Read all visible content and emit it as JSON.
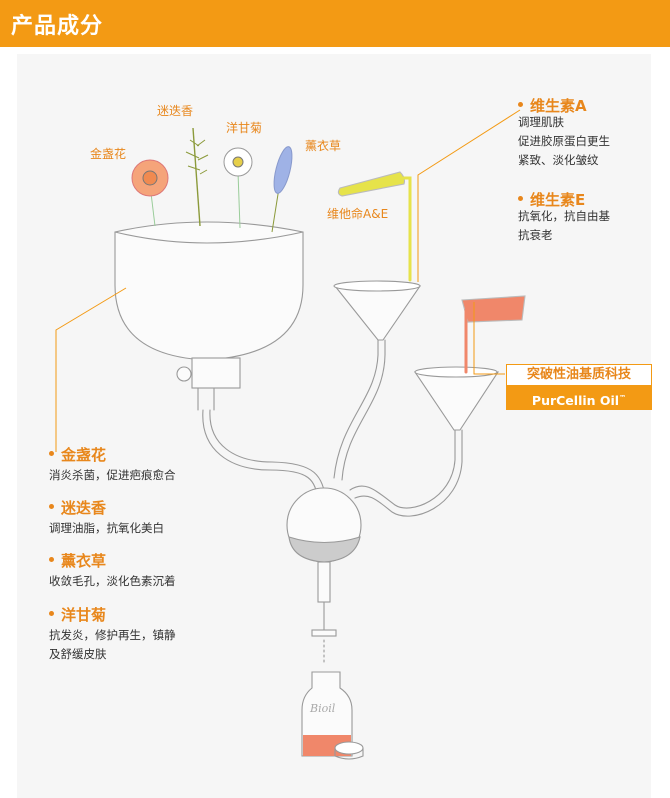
{
  "header": {
    "title": "产品成分"
  },
  "flowers": {
    "rosemary": "迷迭香",
    "chamomile": "洋甘菊",
    "marigold": "金盏花",
    "lavender": "薰衣草",
    "vitamin_ae": "维他命A&E"
  },
  "right_items": [
    {
      "title": "维生素A",
      "lines": [
        "调理肌肤",
        "促进胶原蛋白更生",
        "紧致、淡化皱纹"
      ]
    },
    {
      "title": "维生素E",
      "lines": [
        "抗氧化，抗自由基",
        "抗衰老"
      ]
    }
  ],
  "left_items": [
    {
      "title": "金盏花",
      "lines": [
        "消炎杀菌，促进疤痕愈合"
      ]
    },
    {
      "title": "迷迭香",
      "lines": [
        "调理油脂，抗氧化美白"
      ]
    },
    {
      "title": "薰衣草",
      "lines": [
        "收敛毛孔，淡化色素沉着"
      ]
    },
    {
      "title": "洋甘菊",
      "lines": [
        "抗发炎，修护再生，镇静",
        "及舒缓皮肤"
      ]
    }
  ],
  "badge": {
    "top": "突破性油基质科技",
    "bottom": "PurCellin Oil",
    "mark": "™"
  },
  "bottle": {
    "brand": "Bioil"
  },
  "colors": {
    "accent": "#f39a14",
    "label": "#e8871c",
    "vitamin": "#e6e34a",
    "oil": "#f0876a"
  }
}
